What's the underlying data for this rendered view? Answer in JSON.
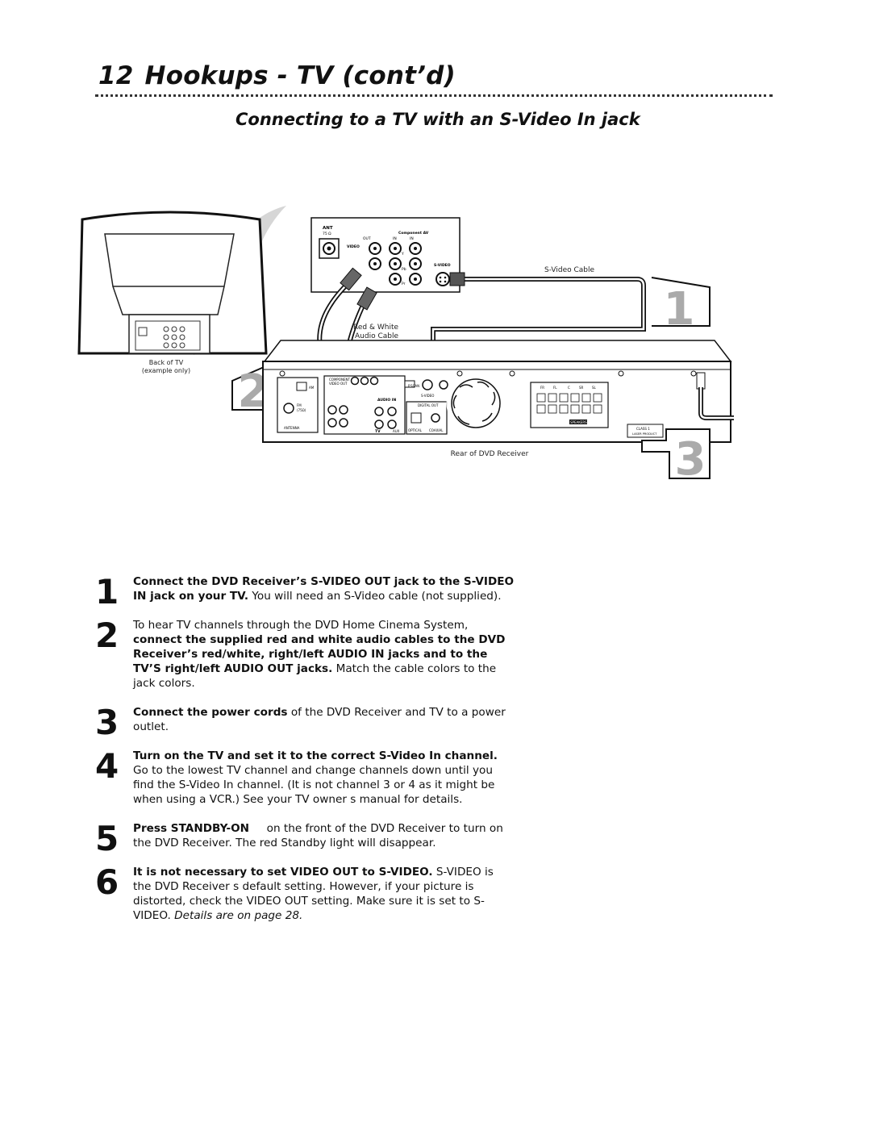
{
  "header": {
    "page_number": "12",
    "title": "Hookups - TV (cont’d)",
    "subtitle": "Connecting to a TV with an S-Video In jack"
  },
  "diagram": {
    "tv_caption_line1": "Back of TV",
    "tv_caption_line2": "(example only)",
    "svideo_cable_label": "S-Video Cable",
    "audio_cable_label_line1": "Red & White",
    "audio_cable_label_line2": "Audio Cable",
    "receiver_caption": "Rear of DVD Receiver",
    "callout_1": "1",
    "callout_2": "2",
    "callout_3": "3",
    "panel": {
      "ant": "ANT",
      "ohm": "75 Ω",
      "component_av": "Component AV",
      "out": "OUT",
      "in1": "IN",
      "in2": "IN",
      "video": "VIDEO",
      "y": "Y",
      "pb": "Pb",
      "pr": "Pr",
      "svideo": "S-VIDEO"
    },
    "receiver": {
      "am": "AM",
      "fm": "FM",
      "fm_ohm": "(75Ω)",
      "antenna": "ANTENNA",
      "component": "COMPONENT",
      "video_out": "VIDEO OUT",
      "audio_in": "AUDIO IN",
      "digital_out": "DIGITAL OUT",
      "tv": "TV",
      "aux": "AUX",
      "optical": "OPTICAL",
      "coaxial": "COAXIAL",
      "pscan": "P.SCAN",
      "svideo_out": "S-VIDEO",
      "speakers": "SPEAKERS",
      "fr": "FR",
      "fl": "FL",
      "c": "C",
      "sr": "SR",
      "sl": "SL",
      "class1": "CLASS 1",
      "laser": "LASER PRODUCT"
    }
  },
  "steps": [
    {
      "number": "1",
      "bold": "Connect the DVD Receiver’s S-VIDEO OUT jack to the S-VIDEO IN jack on your TV.",
      "text": " You will need an S-Video cable (not supplied)."
    },
    {
      "number": "2",
      "pre": "To hear TV channels through the DVD Home Cinema System, ",
      "bold": "connect the supplied red and white audio cables to the DVD Receiver’s red/white, right/left AUDIO IN jacks and to the TV’S right/left AUDIO OUT jacks.",
      "text": " Match the cable colors to the jack colors."
    },
    {
      "number": "3",
      "bold": "Connect the power cords",
      "text": " of the DVD Receiver and TV to a power outlet."
    },
    {
      "number": "4",
      "bold": "Turn on the TV and set it to the correct S-Video In channel.",
      "text": " Go to the lowest TV channel and change channels down until you find the S-Video In channel. (It is not channel 3 or 4 as it might be when using a VCR.) See your TV owner s manual for details."
    },
    {
      "number": "5",
      "bold": "Press STANDBY-ON",
      "text": "     on the front of the DVD Receiver to turn on the DVD Receiver. The red Standby light will disappear."
    },
    {
      "number": "6",
      "bold": "It is not necessary to set VIDEO OUT to S-VIDEO.",
      "text": " S-VIDEO is the DVD Receiver s default setting. However, if your picture is distorted, check the VIDEO OUT setting. Make sure it is set to S-VIDEO. ",
      "italic": "Details are on page 28."
    }
  ]
}
